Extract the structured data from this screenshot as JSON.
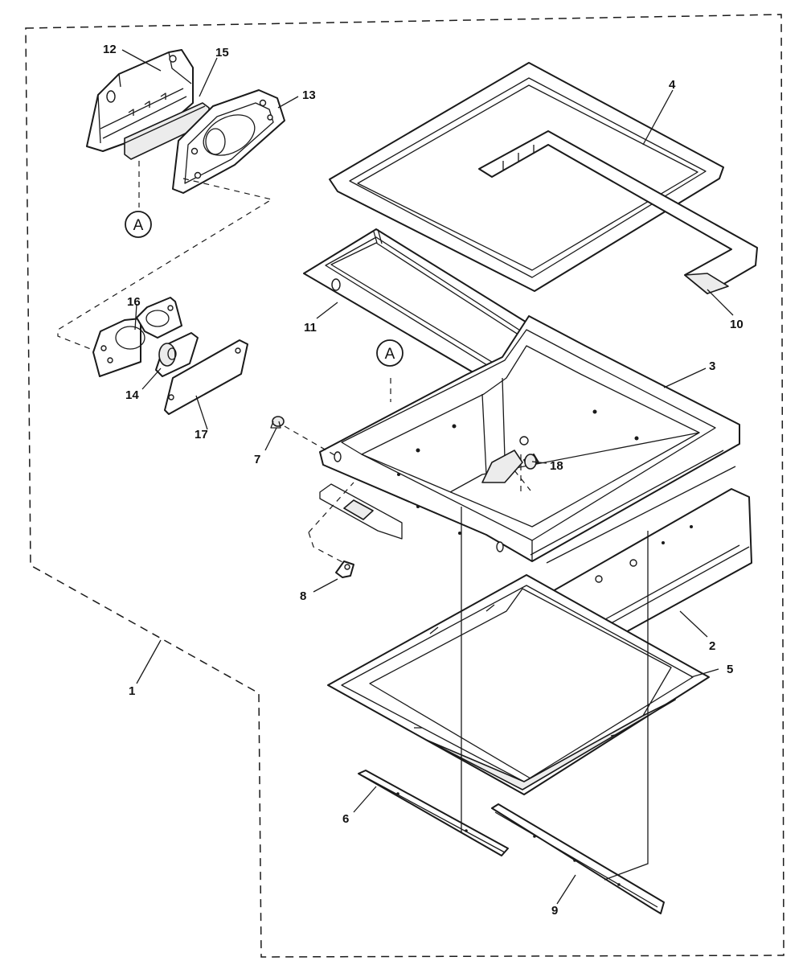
{
  "diagram": {
    "type": "exploded-parts-view",
    "callouts": [
      {
        "id": "c1",
        "label": "1"
      },
      {
        "id": "c2",
        "label": "2"
      },
      {
        "id": "c3",
        "label": "3"
      },
      {
        "id": "c4",
        "label": "4"
      },
      {
        "id": "c5",
        "label": "5"
      },
      {
        "id": "c6",
        "label": "6"
      },
      {
        "id": "c7",
        "label": "7"
      },
      {
        "id": "c8",
        "label": "8"
      },
      {
        "id": "c9",
        "label": "9"
      },
      {
        "id": "c10",
        "label": "10"
      },
      {
        "id": "c11",
        "label": "11"
      },
      {
        "id": "c12",
        "label": "12"
      },
      {
        "id": "c13",
        "label": "13"
      },
      {
        "id": "c14",
        "label": "14"
      },
      {
        "id": "c15",
        "label": "15"
      },
      {
        "id": "c16",
        "label": "16"
      },
      {
        "id": "c17",
        "label": "17"
      },
      {
        "id": "c18",
        "label": "18"
      }
    ],
    "reference_markers": [
      {
        "id": "refA1",
        "label": "A"
      },
      {
        "id": "refA2",
        "label": "A"
      }
    ]
  }
}
